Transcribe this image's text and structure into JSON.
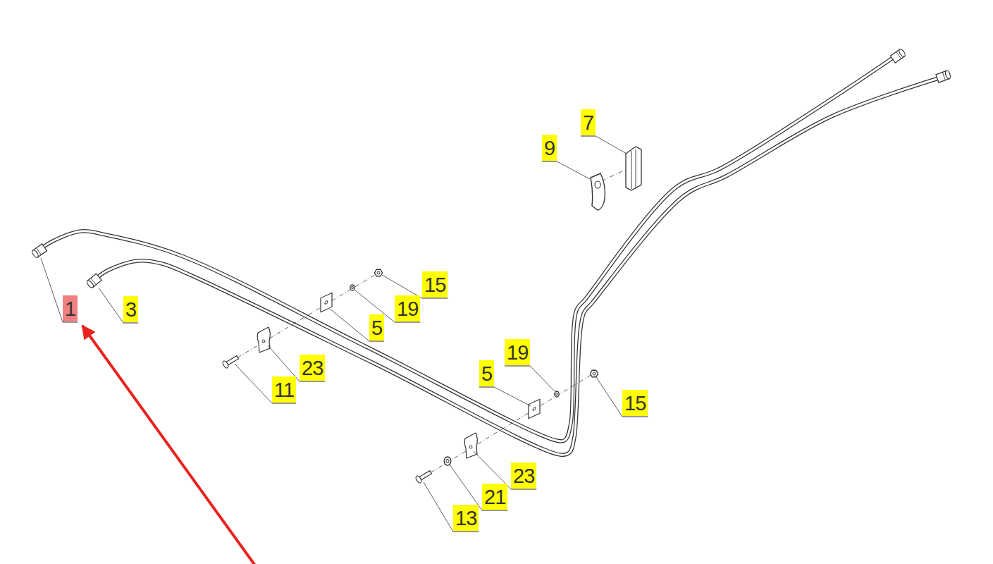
{
  "diagram": {
    "labels": [
      "7",
      "9",
      "15",
      "1",
      "3",
      "19",
      "5",
      "23",
      "11",
      "19",
      "5",
      "15",
      "23",
      "21",
      "13"
    ]
  }
}
